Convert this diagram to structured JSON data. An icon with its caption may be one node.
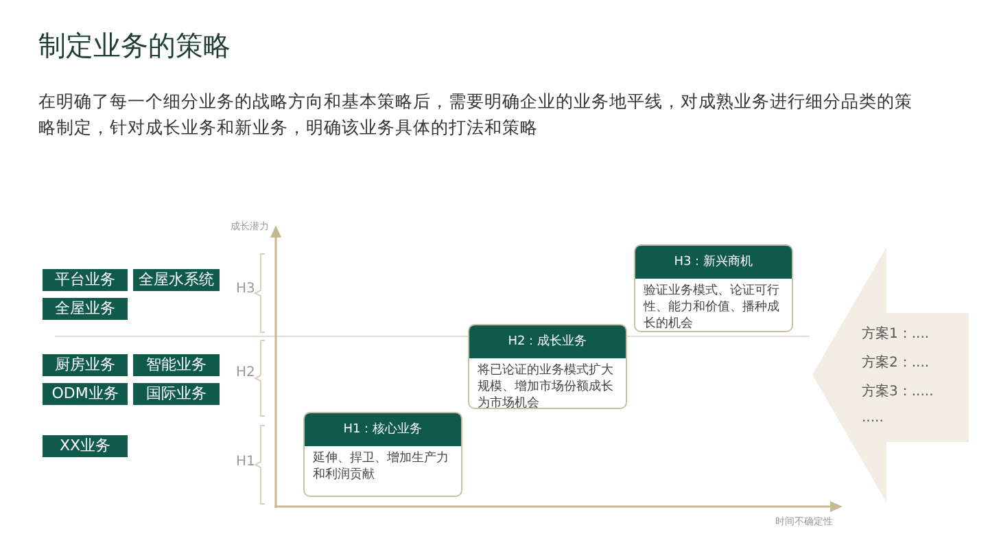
{
  "diagram": {
    "title": "制定业务的策略",
    "nodes": [
      {
        "text": [
          "平台业务"
        ]
      },
      {
        "text": [
          "全屋水系统"
        ]
      },
      {
        "text": [
          "全屋业务"
        ]
      },
      {
        "text": [
          "厨房业务"
        ]
      },
      {
        "text": [
          "智能业务"
        ]
      },
      {
        "text": [
          "ODM业务"
        ]
      },
      {
        "text": [
          "国际业务"
        ]
      },
      {
        "text": [
          "XX业务"
        ]
      },
      {
        "text": [
          "H1：核心业务",
          "延伸、捍卫、增加生产力和利润贡献"
        ]
      },
      {
        "text": [
          "H2：成长业务",
          "将已论证的业务模式扩大规模、增加市场份额成长为市场机会"
        ]
      },
      {
        "text": [
          "H3：新兴商机",
          "验证业务模式、论证可行性、能力和价值、播种成长的机会"
        ]
      },
      {
        "text": [
          "方案1：....",
          "方案2：....",
          "方案3：.....",
          "....."
        ]
      }
    ],
    "edges": [],
    "labels": [
      "在明确了每一个细分业务的战略方向和基本策略后，需要明确企业的业务地平线，对成熟业务进行细分品类的策略制定，针对成长业务和新业务，明确该业务具体的打法和策略",
      "成长潜力",
      "H3",
      "H2",
      "H1",
      "时间不确定性"
    ]
  }
}
